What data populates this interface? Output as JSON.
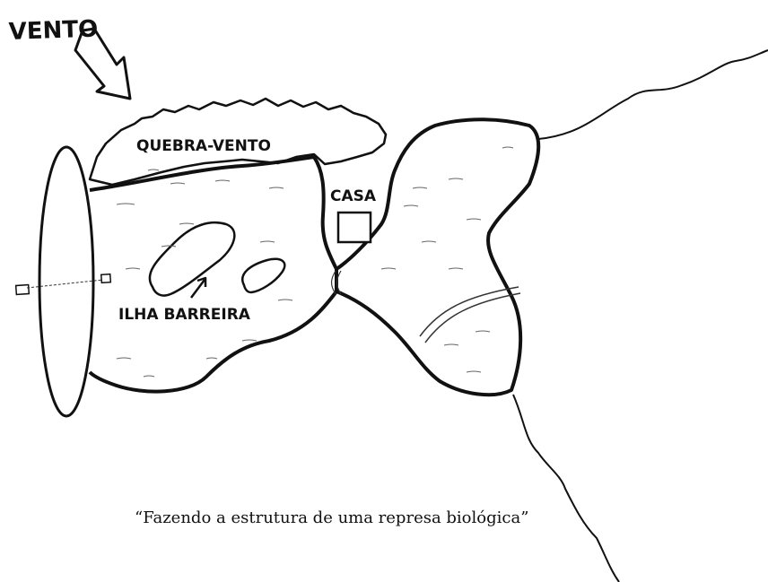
{
  "labels": {
    "wind": "VENTO",
    "windbreak": "QUEBRA-VENTO",
    "house": "CASA",
    "barrier_island": "ILHA BARREIRA"
  },
  "caption": "“Fazendo a estrutura de uma represa biológica”"
}
